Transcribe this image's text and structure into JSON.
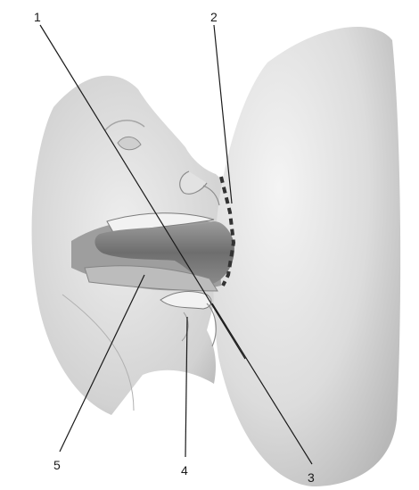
{
  "figure": {
    "callouts": [
      {
        "number": "1"
      },
      {
        "number": "2"
      },
      {
        "number": "3"
      },
      {
        "number": "4"
      },
      {
        "number": "5"
      }
    ]
  },
  "colors": {
    "background": "#ffffff",
    "skin_light": "#e6e6e6",
    "skin_mid": "#c8c8c8",
    "skin_shadow": "#9a9a9a",
    "nipple_dark": "#7a7a7a",
    "leader_line": "#1a1a1a"
  }
}
